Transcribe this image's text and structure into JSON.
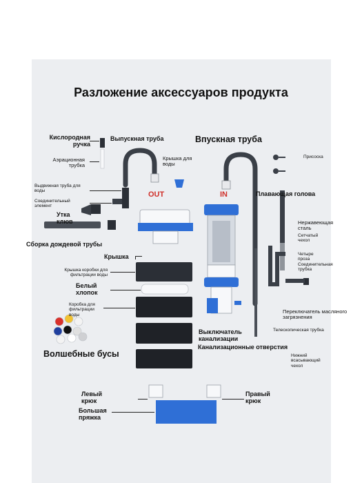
{
  "title": "Разложение аксессуаров продукта",
  "labels": {
    "oxygen_handle": "Кислородная\nручка",
    "aeration_tube": "Аэрационная\nтрубка",
    "outlet_pipe": "Выпускная труба",
    "water_cap": "Крышка для\nводы",
    "inlet_pipe": "Впускная труба",
    "suction_cup": "Присоска",
    "telescopic_outlet": "Выдвижная труба для\nводы",
    "connector": "Соединительный\nэлемент",
    "duck_bill": "Утка\nклюв",
    "out": "OUT",
    "in": "IN",
    "floating_head": "Плавающая голова",
    "rain_pipe": "Сборка дождевой трубы",
    "stainless": "Нержавеющая\nсталь",
    "mesh_sleeve": "Сетчатый\nчехол",
    "lid": "Крышка",
    "four_clear": "Четыре\nпроза\nСоединительная\nтрубка",
    "filter_box_lid": "Крышка коробки для\nфильтрации воды",
    "white_cotton": "Белый\nхлопок",
    "oil_switch": "Переключатель масляного\nзагрязнения",
    "filter_box": "Коробка для\nфильтрации\nводы",
    "drain_switch": "Выключатель\nканализации",
    "telescopic_tube": "Телескопическая трубка",
    "magic_beads": "Волшебные бусы",
    "drain_holes": "Канализационные отверстия",
    "bottom_sleeve": "Нижний\nвсасывающий\nчехол",
    "left_hook": "Левый\nкрюк",
    "right_hook": "Правый\nкрюк",
    "big_buckle": "Большая\nпряжка"
  },
  "colors": {
    "panel": "#eceef1",
    "dark": "#2b2f36",
    "blue": "#2f6fd6",
    "pipe": "#3a3f47",
    "white": "#f7f8fa",
    "accent_red": "#d0302a"
  },
  "beads": [
    "#d9312b",
    "#f2c232",
    "#f3f3f3",
    "#1f3f9e",
    "#101010",
    "#e0e0e0",
    "#f3f3f3",
    "#ffffff",
    "#cfd0d3"
  ]
}
